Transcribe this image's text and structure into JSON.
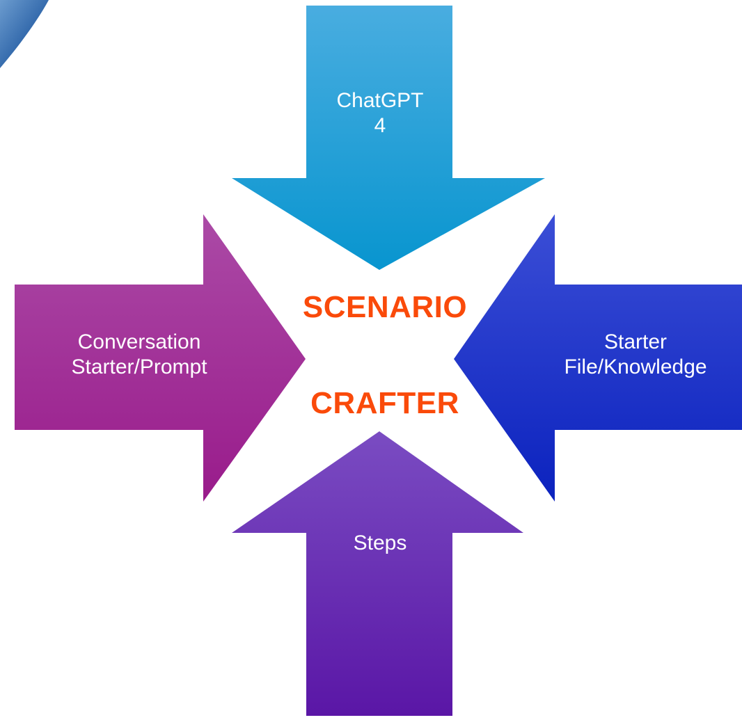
{
  "diagram": {
    "arrows": {
      "top": {
        "label": "ChatGPT\n4",
        "color_start": "#49ade0",
        "color_end": "#0895cf"
      },
      "left": {
        "label": "Conversation\nStarter/Prompt",
        "color_start": "#ab4aa6",
        "color_end": "#991b8b"
      },
      "right": {
        "label": "Starter\nFile/Knowledge",
        "color_start": "#3b4ed6",
        "color_end": "#0b22be"
      },
      "bottom": {
        "label": "Steps",
        "color_start": "#7a4cc2",
        "color_end": "#5a16a6"
      }
    },
    "center": {
      "line1": "SCENARIO",
      "line2": "CRAFTER",
      "color": "#fa4a0a"
    }
  }
}
